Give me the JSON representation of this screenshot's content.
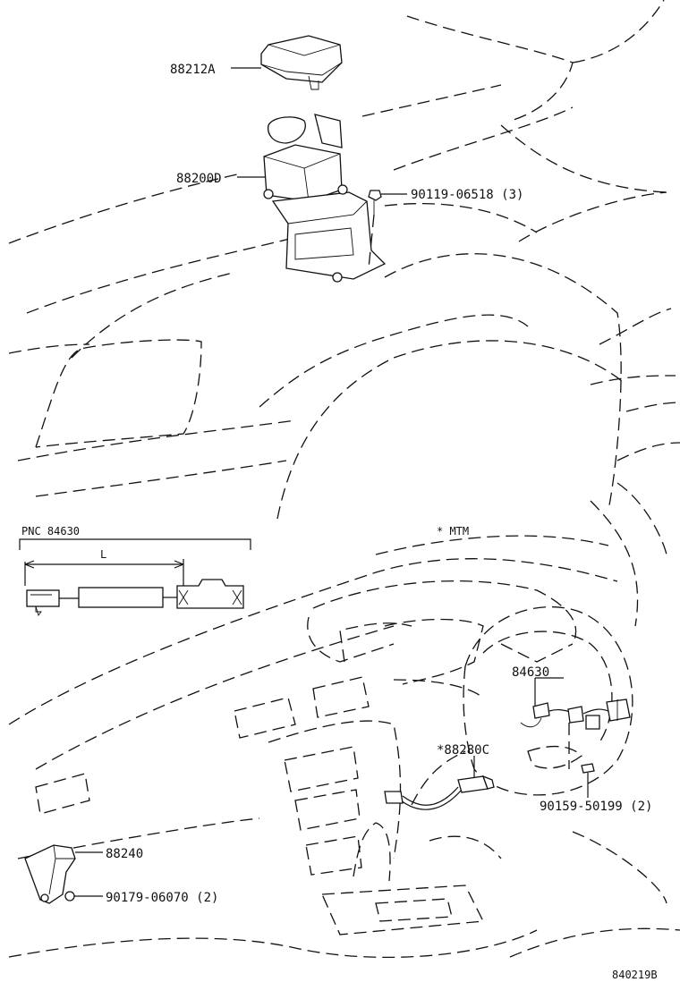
{
  "labels": {
    "p88212a": "88212A",
    "p88200d": "88200D",
    "p90119": "90119-06518 (3)",
    "pnc": "PNC  84630",
    "dim_l": "L",
    "mtm": "* MTM",
    "p84630": "84630",
    "p88280c": "*88280C",
    "p90159": "90159-50199 (2)",
    "p88240": "88240",
    "p90179": "90179-06070 (2)",
    "fig_no": "840219B"
  }
}
